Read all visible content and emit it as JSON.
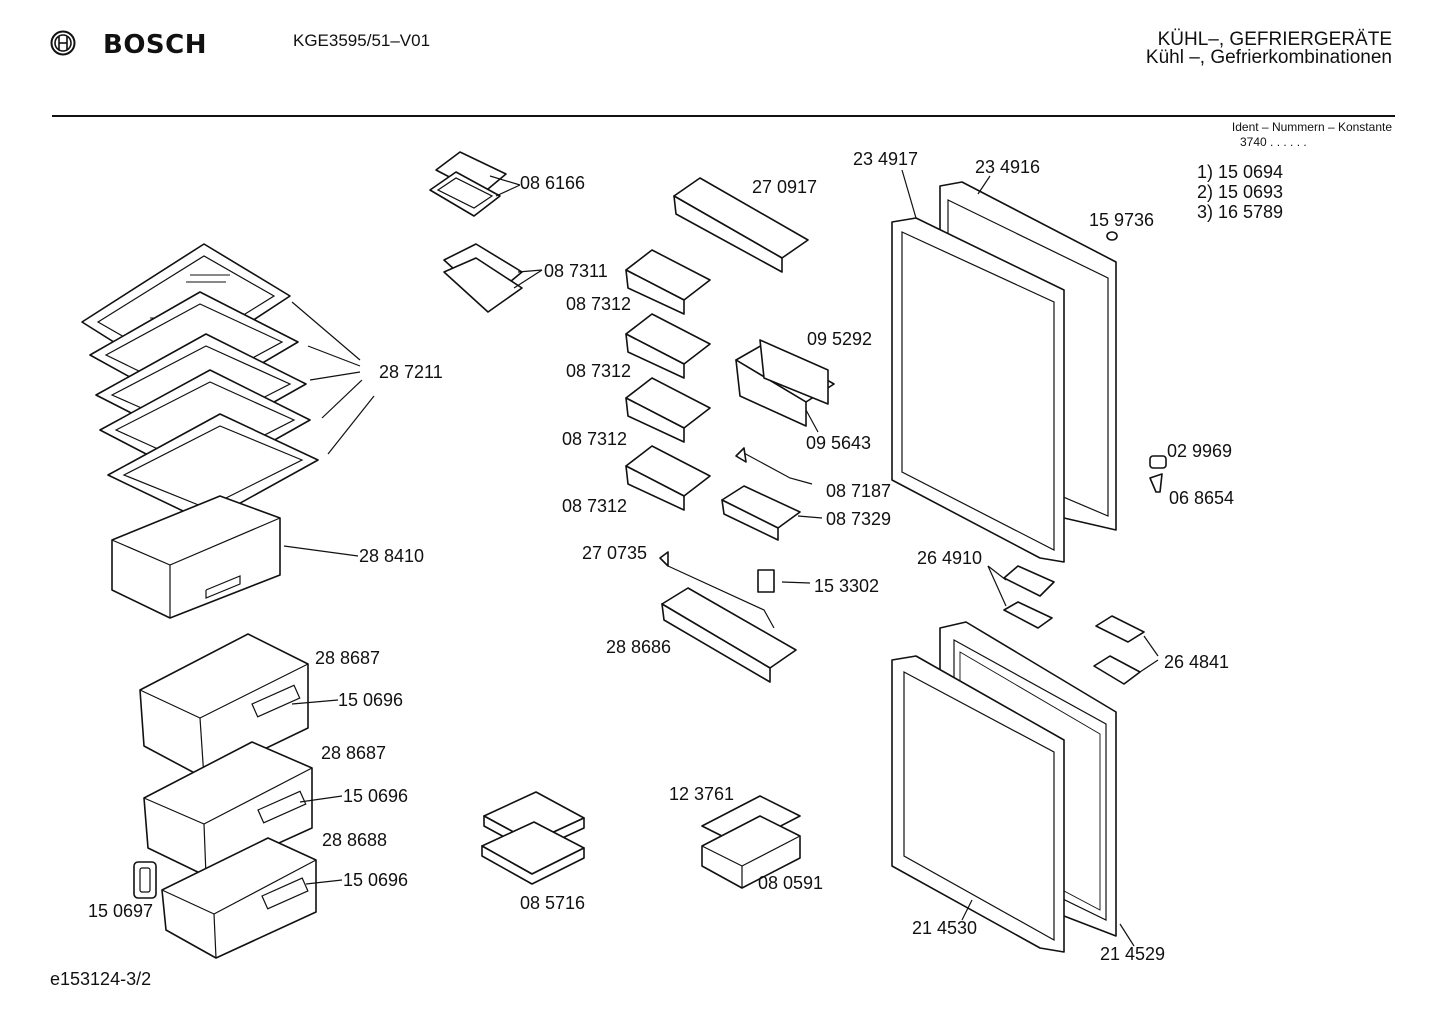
{
  "header": {
    "brand": "BOSCH",
    "model": "KGE3595/51–V01",
    "category_line1": "KÜHL–, GEFRIERGERÄTE",
    "category_line2": "Kühl –, Gefrierkombinationen",
    "ident_label": "Ident – Nummern – Konstante",
    "ident_value": "3740 . . . . . ."
  },
  "notes": [
    "1) 15 0694",
    "2) 15 0693",
    "3) 16 5789"
  ],
  "footer": {
    "doc_id": "e153124-3/2"
  },
  "parts": [
    "08 6166",
    "08 7311",
    "27 0917",
    "08 7312",
    "08 7312",
    "08 7312",
    "08 7312",
    "09 5292",
    "09 5643",
    "08 7187",
    "08 7329",
    "27 0735",
    "15 3302",
    "28 8686",
    "28 7211",
    "28 8410",
    "28 8687",
    "15 0696",
    "28 8687",
    "15 0696",
    "28 8688",
    "15 0696",
    "15 0697",
    "08 5716",
    "12 3761",
    "08 0591",
    "23 4917",
    "23 4916",
    "15 9736",
    "02 9969",
    "06 8654",
    "26 4910",
    "26 4841",
    "21 4530",
    "21 4529"
  ]
}
